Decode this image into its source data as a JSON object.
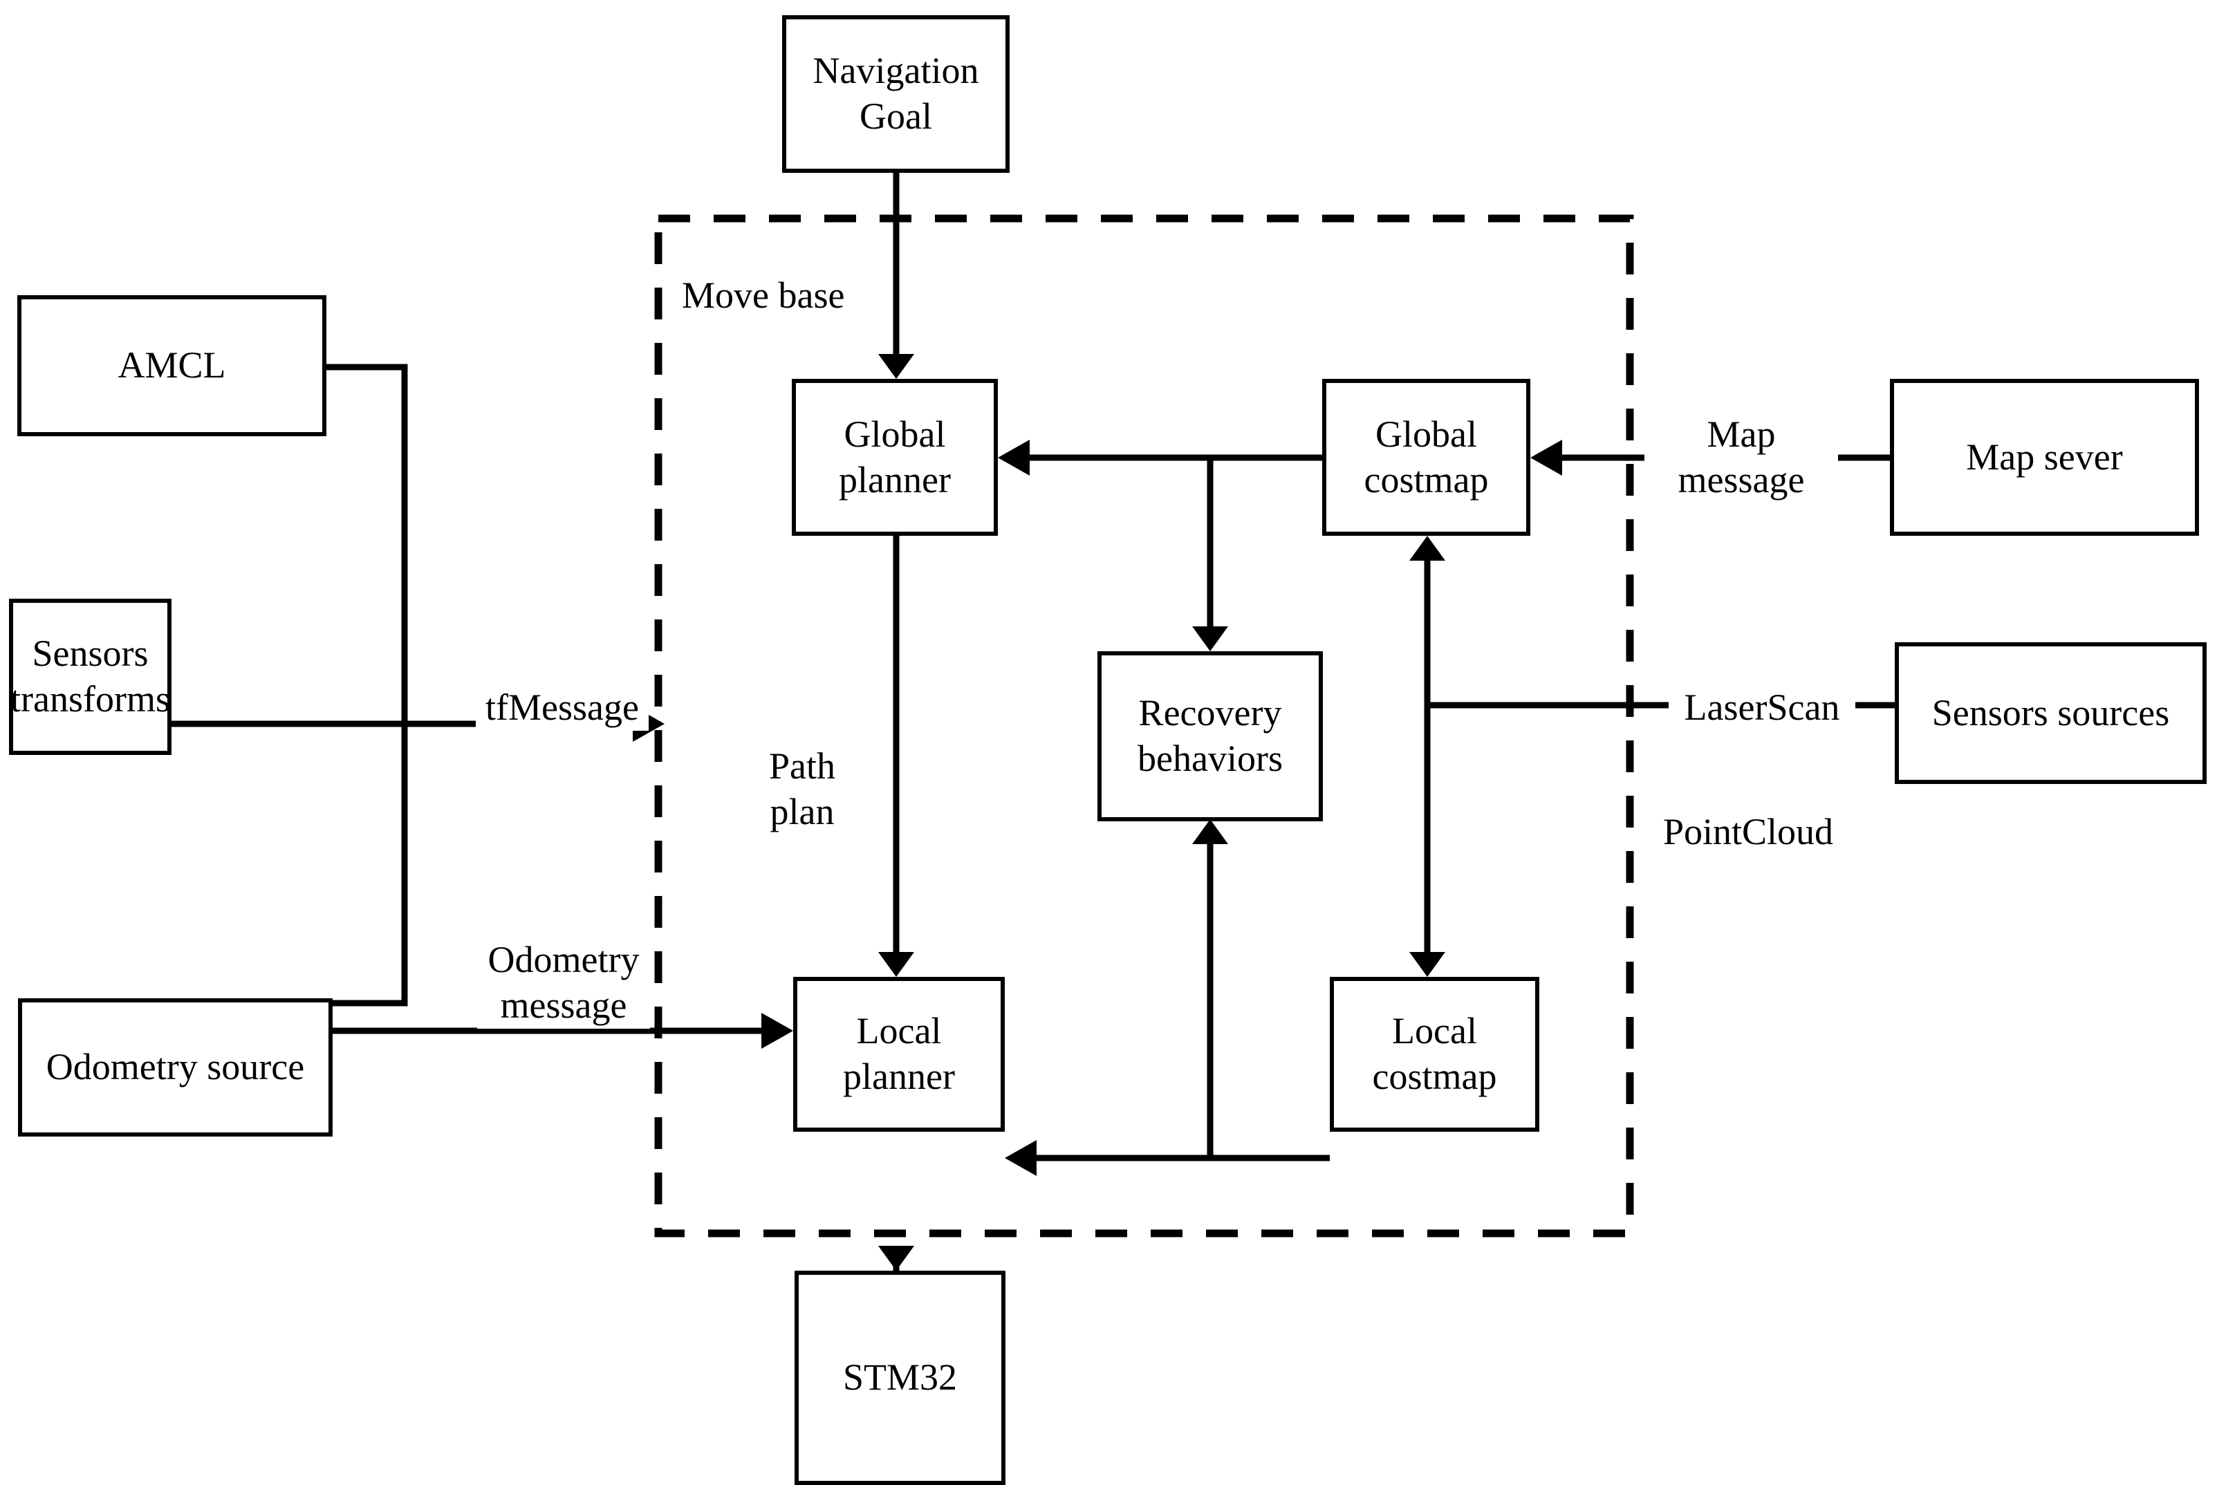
{
  "diagram": {
    "title": "ROS Move Base Navigation Stack Block Diagram",
    "stroke_color": "#000000",
    "background_color": "#ffffff",
    "group": {
      "label": "Move base",
      "style": "dashed"
    },
    "nodes": [
      {
        "id": "navigation-goal",
        "label": "Navigation\nGoal"
      },
      {
        "id": "amcl",
        "label": "AMCL"
      },
      {
        "id": "sensors-transforms",
        "label": "Sensors\ntransforms"
      },
      {
        "id": "odometry-source",
        "label": "Odometry source"
      },
      {
        "id": "global-planner",
        "label": "Global\nplanner"
      },
      {
        "id": "global-costmap",
        "label": "Global\ncostmap"
      },
      {
        "id": "recovery-behaviors",
        "label": "Recovery\nbehaviors"
      },
      {
        "id": "local-planner",
        "label": "Local\nplanner"
      },
      {
        "id": "local-costmap",
        "label": "Local\ncostmap"
      },
      {
        "id": "map-server",
        "label": "Map sever"
      },
      {
        "id": "sensors-sources",
        "label": "Sensors sources"
      },
      {
        "id": "stm32",
        "label": "STM32"
      }
    ],
    "edge_labels": [
      {
        "id": "tf-message",
        "label": "tfMessage"
      },
      {
        "id": "odometry-message",
        "label": "Odometry\nmessage"
      },
      {
        "id": "path-plan",
        "label": "Path\nplan"
      },
      {
        "id": "map-message",
        "label": "Map\nmessage"
      },
      {
        "id": "laser-scan",
        "label": "LaserScan"
      },
      {
        "id": "point-cloud",
        "label": "PointCloud"
      }
    ],
    "edges": [
      {
        "from": "navigation-goal",
        "to": "global-planner",
        "arrow": "single"
      },
      {
        "from": "global-costmap",
        "to": "global-planner",
        "arrow": "single"
      },
      {
        "from": "map-server",
        "to": "global-costmap",
        "arrow": "single",
        "label": "map-message"
      },
      {
        "from": "global-planner",
        "to": "local-planner",
        "arrow": "single",
        "label": "path-plan"
      },
      {
        "from": "global-costmap",
        "to": "recovery-behaviors",
        "arrow": "single"
      },
      {
        "from": "local-costmap",
        "to": "recovery-behaviors",
        "arrow": "single"
      },
      {
        "from": "local-costmap",
        "to": "local-planner",
        "arrow": "single"
      },
      {
        "from": "global-costmap",
        "to": "local-costmap",
        "arrow": "double"
      },
      {
        "from": "sensors-sources",
        "to": "costmaps",
        "arrow": "none",
        "label": "laser-scan"
      },
      {
        "from": "sensors-transforms",
        "to": "move-base",
        "arrow": "single",
        "label": "tf-message"
      },
      {
        "from": "odometry-source",
        "to": "local-planner",
        "arrow": "single",
        "label": "odometry-message"
      },
      {
        "from": "amcl",
        "to": "odometry-bus",
        "arrow": "none"
      },
      {
        "from": "local-planner",
        "to": "stm32",
        "arrow": "single"
      }
    ]
  }
}
